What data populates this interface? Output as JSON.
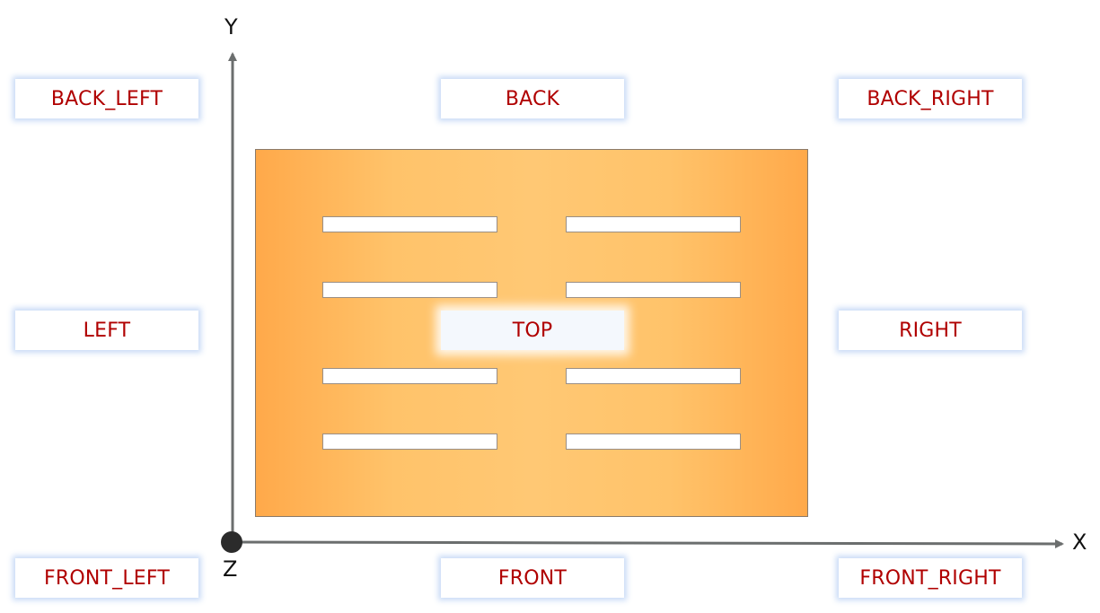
{
  "axes": {
    "x_label": "X",
    "y_label": "Y",
    "z_label": "Z"
  },
  "positions": {
    "back_left": "BACK_LEFT",
    "back": "BACK",
    "back_right": "BACK_RIGHT",
    "left": "LEFT",
    "top": "TOP",
    "right": "RIGHT",
    "front_left": "FRONT_LEFT",
    "front": "FRONT",
    "front_right": "FRONT_RIGHT"
  },
  "colors": {
    "label_text": "#b00000",
    "board_edge": "#ffa94a",
    "board_center": "#ffc874",
    "axis": "#6b6e6e"
  }
}
